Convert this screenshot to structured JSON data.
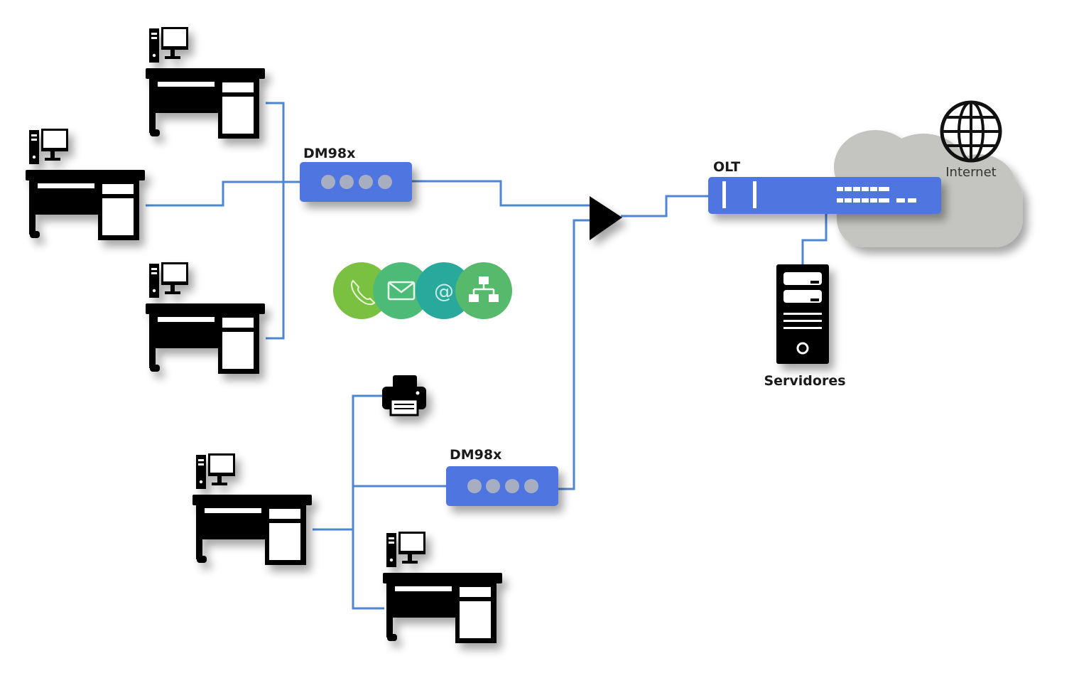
{
  "labels": {
    "switch_top": "DM98x",
    "switch_bottom": "DM98x",
    "olt": "OLT",
    "internet": "Internet",
    "servers": "Servidores"
  },
  "colors": {
    "device_blue": "#4f76e0",
    "link_blue": "#4f86d0",
    "cloud_gray": "#c4c4c0",
    "service_phone": "#7ac142",
    "service_mail": "#4dbb78",
    "service_at": "#29a89c",
    "service_net": "#56b96c"
  },
  "icons": {
    "workstation": "desk-with-computer-icon",
    "printer": "printer-icon",
    "splitter": "triangle-splitter-icon",
    "globe": "globe-icon",
    "server": "server-tower-icon",
    "services": [
      "phone-icon",
      "mail-icon",
      "at-icon",
      "network-icon"
    ]
  }
}
